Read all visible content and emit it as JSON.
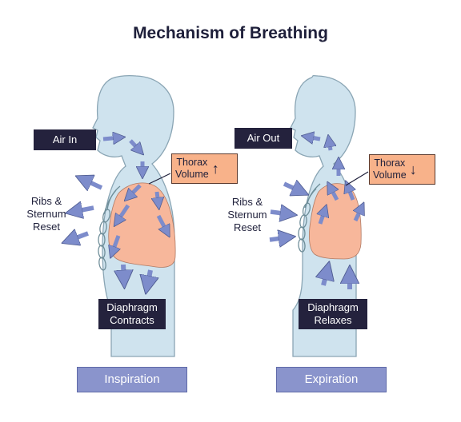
{
  "title": "Mechanism of Breathing",
  "left": {
    "airflow_label": "Air In",
    "thorax_line1": "Thorax",
    "thorax_line2": "Volume",
    "thorax_arrow": "↑",
    "ribs_line1": "Ribs &",
    "ribs_line2": "Sternum",
    "ribs_line3": "Reset",
    "diaphragm_line1": "Diaphragm",
    "diaphragm_line2": "Contracts",
    "footer": "Inspiration"
  },
  "right": {
    "airflow_label": "Air Out",
    "thorax_line1": "Thorax",
    "thorax_line2": "Volume",
    "thorax_arrow": "↓",
    "ribs_line1": "Ribs &",
    "ribs_line2": "Sternum",
    "ribs_line3": "Reset",
    "diaphragm_line1": "Diaphragm",
    "diaphragm_line2": "Relaxes",
    "footer": "Expiration"
  },
  "colors": {
    "body": "#cfe3ee",
    "outline": "#8aa5b4",
    "lung": "#f7b79b",
    "arrow": "#7d8ccb",
    "dark_label": "#24223d",
    "orange_label": "#f8b28a",
    "footer": "#8a94cc"
  }
}
